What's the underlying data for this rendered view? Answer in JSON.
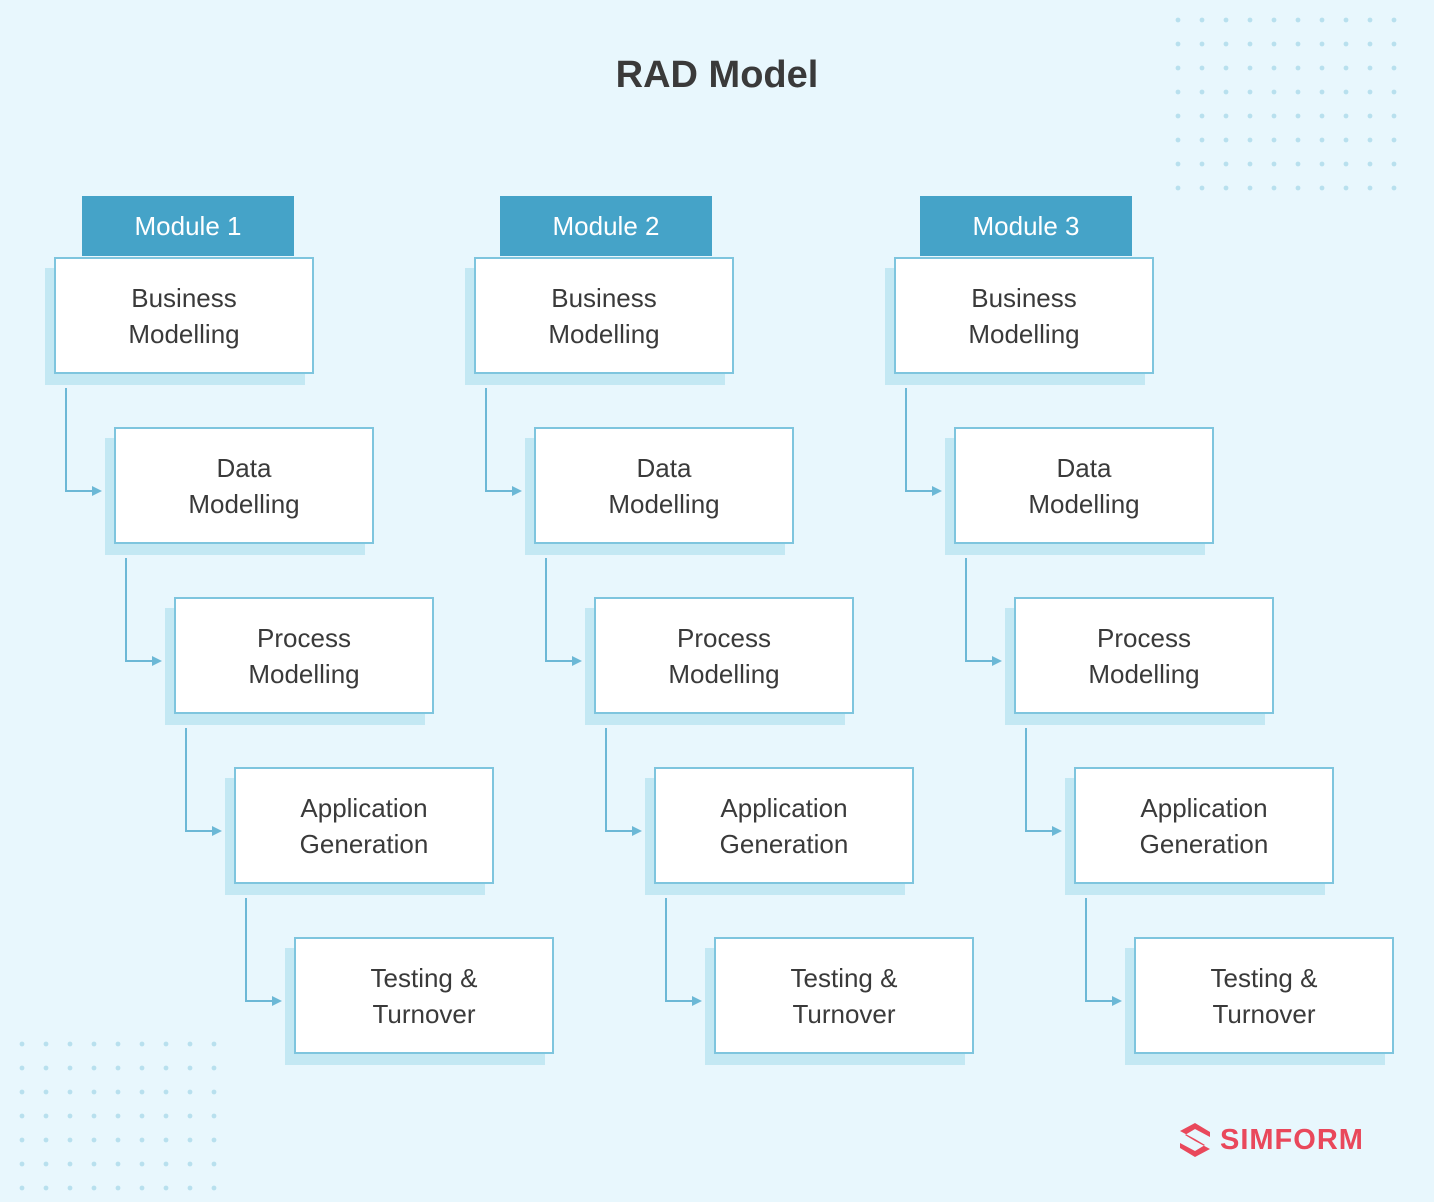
{
  "title": "RAD Model",
  "modules": [
    {
      "label": "Module 1",
      "steps": [
        {
          "line1": "Business",
          "line2": "Modelling"
        },
        {
          "line1": "Data",
          "line2": "Modelling"
        },
        {
          "line1": "Process",
          "line2": "Modelling"
        },
        {
          "line1": "Application",
          "line2": "Generation"
        },
        {
          "line1": "Testing &",
          "line2": "Turnover"
        }
      ]
    },
    {
      "label": "Module 2",
      "steps": [
        {
          "line1": "Business",
          "line2": "Modelling"
        },
        {
          "line1": "Data",
          "line2": "Modelling"
        },
        {
          "line1": "Process",
          "line2": "Modelling"
        },
        {
          "line1": "Application",
          "line2": "Generation"
        },
        {
          "line1": "Testing &",
          "line2": "Turnover"
        }
      ]
    },
    {
      "label": "Module 3",
      "steps": [
        {
          "line1": "Business",
          "line2": "Modelling"
        },
        {
          "line1": "Data",
          "line2": "Modelling"
        },
        {
          "line1": "Process",
          "line2": "Modelling"
        },
        {
          "line1": "Application",
          "line2": "Generation"
        },
        {
          "line1": "Testing &",
          "line2": "Turnover"
        }
      ]
    }
  ],
  "logo": {
    "text": "SIMFORM",
    "icon": "simform-logo-icon"
  },
  "colors": {
    "background": "#e8f7fd",
    "tab": "#45a3c8",
    "box_border": "#7ec5de",
    "box_shadow": "#c3e8f3",
    "connector": "#6cb8d6",
    "brand": "#e9485b"
  }
}
